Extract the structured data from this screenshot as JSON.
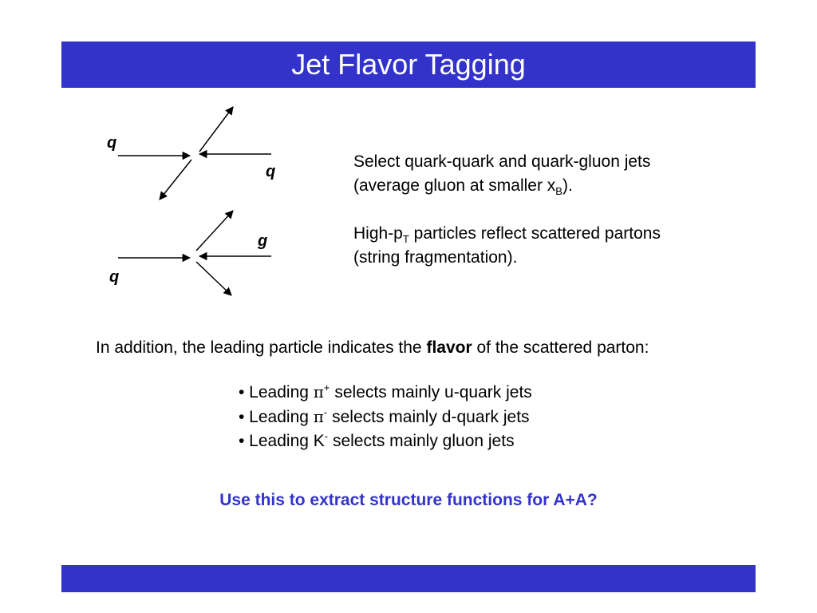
{
  "title": "Jet Flavor Tagging",
  "colors": {
    "accent": "#3333cc",
    "text": "#000000",
    "background": "#ffffff"
  },
  "diagram": {
    "top": {
      "label_in": "q",
      "label_out": "q"
    },
    "bottom": {
      "label_out": "g",
      "label_in": "q"
    }
  },
  "side": {
    "line1_a": "Select quark-quark and quark-gluon jets",
    "line2_a": "(average gluon at smaller x",
    "line2_sub": "B",
    "line2_b": ").",
    "line3_a": "High-p",
    "line3_sub": "T",
    "line3_b": " particles reflect scattered partons",
    "line4": "(string fragmentation)."
  },
  "addition": {
    "before": "In addition, the leading particle indicates the ",
    "bold": "flavor",
    "after": " of the scattered parton:"
  },
  "bullets": [
    {
      "prefix": "• Leading ",
      "symbol": "π",
      "sup": "+",
      "suffix": " selects mainly u-quark jets"
    },
    {
      "prefix": "• Leading ",
      "symbol": "π",
      "sup": "-",
      "suffix": " selects mainly d-quark jets"
    },
    {
      "prefix": "• Leading ",
      "symbol": "K",
      "sup": "-",
      "suffix": " selects mainly gluon jets"
    }
  ],
  "question": "Use this to extract structure functions for A+A?"
}
